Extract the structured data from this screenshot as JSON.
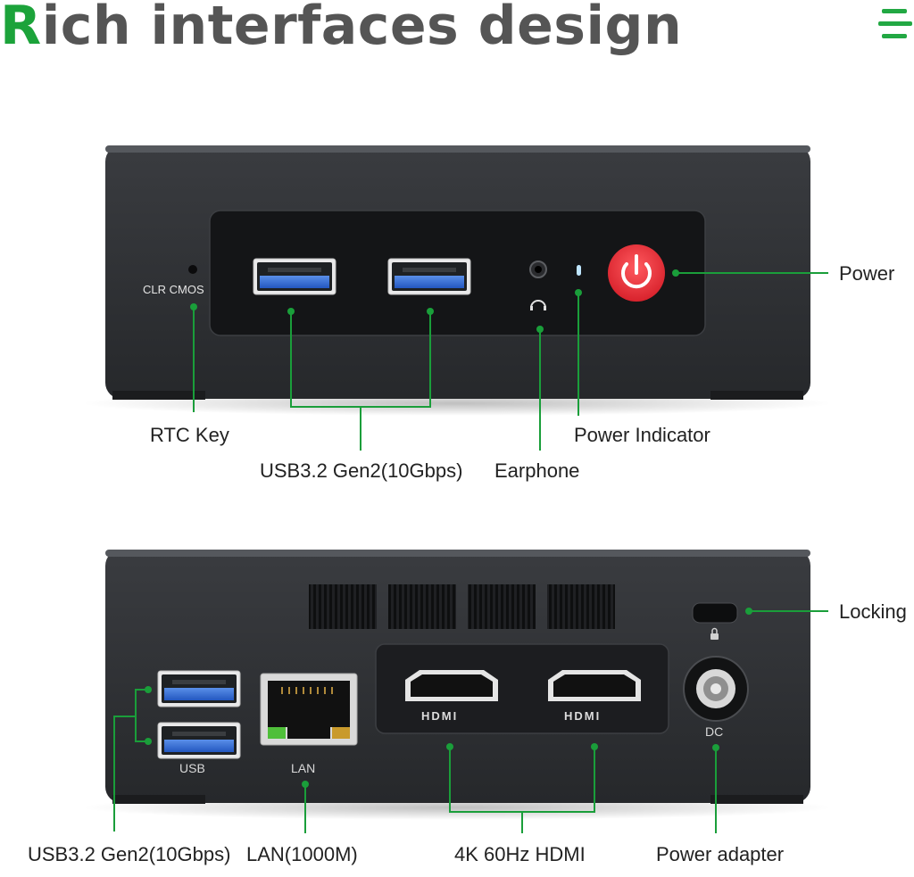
{
  "header": {
    "title_first_letter": "R",
    "title_rest": "ich interfaces design",
    "accent_color": "#1ca33a",
    "menu_icon": "hamburger-menu-icon"
  },
  "front_panel": {
    "port_labels": {
      "clr_cmos": "CLR CMOS"
    },
    "callouts": {
      "rtc_key": "RTC Key",
      "usb": "USB3.2 Gen2(10Gbps)",
      "earphone": "Earphone",
      "power_indicator": "Power Indicator",
      "power": "Power"
    }
  },
  "back_panel": {
    "port_labels": {
      "usb": "USB",
      "lan": "LAN",
      "dc": "DC",
      "hdmi_1": "HDMI",
      "hdmi_2": "HDMI"
    },
    "callouts": {
      "locking": "Locking",
      "usb": "USB3.2 Gen2(10Gbps)",
      "lan": "LAN(1000M)",
      "hdmi": "4K 60Hz HDMI",
      "power_adapter": "Power adapter"
    }
  },
  "colors": {
    "device_body": "#2d2f33",
    "panel": "#151618",
    "usb_blue": "#2f6fd6",
    "power_button": "#e8323c",
    "callout_line": "#1a9e3a"
  }
}
